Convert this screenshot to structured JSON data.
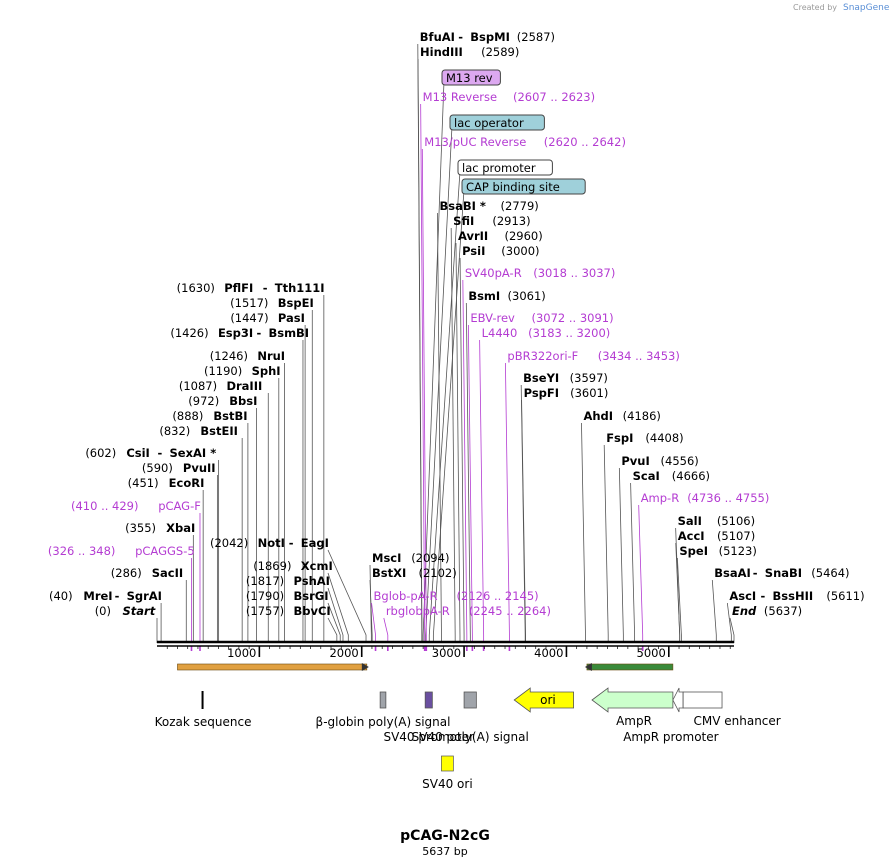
{
  "credit": {
    "prefix": "Created by",
    "brand": "SnapGene"
  },
  "plasmid": {
    "name": "pCAG-N2cG",
    "length": "5637 bp"
  },
  "axis": {
    "total_bp": 5637,
    "ticks": [
      {
        "bp": 1000,
        "label": "1000"
      },
      {
        "bp": 2000,
        "label": "2000"
      },
      {
        "bp": 3000,
        "label": "3000"
      },
      {
        "bp": 4000,
        "label": "4000"
      },
      {
        "bp": 5000,
        "label": "5000"
      }
    ]
  },
  "colors": {
    "enzyme_line": "#555555",
    "primer": "#b43cd2",
    "backbone": "#000000"
  },
  "sites": [
    {
      "kind": "enzyme",
      "left": true,
      "pos": "(0)",
      "a": "Start",
      "italic": true,
      "bp": 0
    },
    {
      "kind": "enzyme",
      "left": true,
      "pos": "(40)",
      "a": "MreI",
      "b": "SgrAI",
      "bp": 40
    },
    {
      "kind": "enzyme",
      "left": true,
      "pos": "(286)",
      "a": "SacII",
      "bp": 286
    },
    {
      "kind": "primer",
      "left": true,
      "pos": "(326 .. 348)",
      "a": "pCAGGS-5",
      "bp": 337
    },
    {
      "kind": "enzyme",
      "left": true,
      "pos": "(355)",
      "a": "XbaI",
      "bp": 355
    },
    {
      "kind": "primer",
      "left": true,
      "pos": "(410 .. 429)",
      "a": "pCAG-F",
      "bp": 420
    },
    {
      "kind": "enzyme",
      "left": true,
      "pos": "(451)",
      "a": "EcoRI",
      "bp": 451
    },
    {
      "kind": "enzyme",
      "left": true,
      "pos": "(590)",
      "a": "PvuII",
      "bp": 590
    },
    {
      "kind": "enzyme",
      "left": true,
      "pos": "(602)",
      "a": "CsiI",
      "b": "SexAI *",
      "bp": 602
    },
    {
      "kind": "enzyme",
      "left": true,
      "pos": "(832)",
      "a": "BstEII",
      "bp": 832
    },
    {
      "kind": "enzyme",
      "left": true,
      "pos": "(888)",
      "a": "BstBI",
      "bp": 888
    },
    {
      "kind": "enzyme",
      "left": true,
      "pos": "(972)",
      "a": "BbsI",
      "bp": 972
    },
    {
      "kind": "enzyme",
      "left": true,
      "pos": "(1087)",
      "a": "DraIII",
      "bp": 1087
    },
    {
      "kind": "enzyme",
      "left": true,
      "pos": "(1190)",
      "a": "SphI",
      "bp": 1190
    },
    {
      "kind": "enzyme",
      "left": true,
      "pos": "(1246)",
      "a": "NruI",
      "bp": 1246
    },
    {
      "kind": "enzyme",
      "left": true,
      "pos": "(1426)",
      "a": "Esp3I",
      "b": "BsmBI",
      "bp": 1426
    },
    {
      "kind": "enzyme",
      "left": true,
      "pos": "(1447)",
      "a": "PasI",
      "bp": 1447
    },
    {
      "kind": "enzyme",
      "left": true,
      "pos": "(1517)",
      "a": "BspEI",
      "bp": 1517
    },
    {
      "kind": "enzyme",
      "left": true,
      "pos": "(1630)",
      "a": "PflFI",
      "b": "Tth111I",
      "bp": 1630
    },
    {
      "kind": "enzyme",
      "left": true,
      "pos": "(1757)",
      "a": "BbvCI",
      "bp": 1757
    },
    {
      "kind": "enzyme",
      "left": true,
      "pos": "(1790)",
      "a": "BsrGI",
      "bp": 1790
    },
    {
      "kind": "enzyme",
      "left": true,
      "pos": "(1817)",
      "a": "PshAI",
      "bp": 1817
    },
    {
      "kind": "enzyme",
      "left": true,
      "pos": "(1869)",
      "a": "XcmI",
      "bp": 1869
    },
    {
      "kind": "enzyme",
      "left": true,
      "pos": "(2042)",
      "a": "NotI",
      "b": "EagI",
      "bp": 2042
    },
    {
      "kind": "enzyme",
      "left": false,
      "pos": "(2094)",
      "a": "MscI",
      "bp": 2094
    },
    {
      "kind": "enzyme",
      "left": false,
      "pos": "(2102)",
      "a": "BstXI",
      "bp": 2102
    },
    {
      "kind": "primer",
      "left": false,
      "pos": "(2126 .. 2145)",
      "a": "Bglob-pA-R",
      "bp": 2135
    },
    {
      "kind": "primer",
      "left": false,
      "pos": "(2245 .. 2264)",
      "a": "rbglobpA-R",
      "bp": 2255
    },
    {
      "kind": "enzyme",
      "left": false,
      "pos": "(2587)",
      "a": "BfuAI",
      "b": "BspMI",
      "bp": 2587
    },
    {
      "kind": "enzyme",
      "left": false,
      "pos": "(2589)",
      "a": "HindIII",
      "bp": 2589
    },
    {
      "kind": "box",
      "a": "M13 rev",
      "fill": "#dca8f0",
      "bp": 2600
    },
    {
      "kind": "primer",
      "left": false,
      "pos": "(2607 .. 2623)",
      "a": "M13 Reverse",
      "bp": 2615
    },
    {
      "kind": "box",
      "a": "lac operator",
      "fill": "#9fd0da",
      "bp": 2625
    },
    {
      "kind": "primer",
      "left": false,
      "pos": "(2620 .. 2642)",
      "a": "M13/pUC Reverse",
      "bp": 2631
    },
    {
      "kind": "box",
      "a": "lac promoter",
      "fill": "#ffffff",
      "bp": 2660
    },
    {
      "kind": "box",
      "a": "CAP binding site",
      "fill": "#9fd0da",
      "bp": 2700
    },
    {
      "kind": "enzyme",
      "left": false,
      "pos": "(2779)",
      "a": "BsaBI *",
      "bp": 2779
    },
    {
      "kind": "enzyme",
      "left": false,
      "pos": "(2913)",
      "a": "SfiI",
      "bp": 2913
    },
    {
      "kind": "enzyme",
      "left": false,
      "pos": "(2960)",
      "a": "AvrII",
      "bp": 2960
    },
    {
      "kind": "enzyme",
      "left": false,
      "pos": "(3000)",
      "a": "PsiI",
      "bp": 3000
    },
    {
      "kind": "primer",
      "left": false,
      "pos": "(3018 .. 3037)",
      "a": "SV40pA-R",
      "bp": 3027
    },
    {
      "kind": "enzyme",
      "left": false,
      "pos": "(3061)",
      "a": "BsmI",
      "bp": 3061
    },
    {
      "kind": "primer",
      "left": false,
      "pos": "(3072 .. 3091)",
      "a": "EBV-rev",
      "bp": 3081
    },
    {
      "kind": "primer",
      "left": false,
      "pos": "(3183 .. 3200)",
      "a": "L4440",
      "bp": 3191
    },
    {
      "kind": "primer",
      "left": false,
      "pos": "(3434 .. 3453)",
      "a": "pBR322ori-F",
      "bp": 3443
    },
    {
      "kind": "enzyme",
      "left": false,
      "pos": "(3597)",
      "a": "BseYI",
      "bp": 3597
    },
    {
      "kind": "enzyme",
      "left": false,
      "pos": "(3601)",
      "a": "PspFI",
      "bp": 3601
    },
    {
      "kind": "enzyme",
      "left": false,
      "pos": "(4186)",
      "a": "AhdI",
      "bp": 4186
    },
    {
      "kind": "enzyme",
      "left": false,
      "pos": "(4408)",
      "a": "FspI",
      "bp": 4408
    },
    {
      "kind": "enzyme",
      "left": false,
      "pos": "(4556)",
      "a": "PvuI",
      "bp": 4556
    },
    {
      "kind": "enzyme",
      "left": false,
      "pos": "(4666)",
      "a": "ScaI",
      "bp": 4666
    },
    {
      "kind": "primer",
      "left": false,
      "pos": "(4736 .. 4755)",
      "a": "Amp-R",
      "bp": 4745
    },
    {
      "kind": "enzyme",
      "left": false,
      "pos": "(5106)",
      "a": "SalI",
      "bp": 5106
    },
    {
      "kind": "enzyme",
      "left": false,
      "pos": "(5107)",
      "a": "AccI",
      "bp": 5107
    },
    {
      "kind": "enzyme",
      "left": false,
      "pos": "(5123)",
      "a": "SpeI",
      "bp": 5123
    },
    {
      "kind": "enzyme",
      "left": false,
      "pos": "(5464)",
      "a": "BsaAI",
      "b": "SnaBI",
      "bp": 5464
    },
    {
      "kind": "enzyme",
      "left": false,
      "pos": "(5611)",
      "a": "AscI",
      "b": "BssHII",
      "bp": 5611
    },
    {
      "kind": "enzyme",
      "left": false,
      "pos": "(5637)",
      "a": "End",
      "italic": true,
      "bp": 5637
    }
  ],
  "features": [
    {
      "label": "Kozak sequence",
      "start": 445,
      "end": 455,
      "shape": "tick",
      "fill": "#000000"
    },
    {
      "label": "β-globin poly(A) signal",
      "start": 2180,
      "end": 2236,
      "shape": "rect",
      "fill": "#a0a4aa"
    },
    {
      "label": "SV40 promoter",
      "start": 2620,
      "end": 2690,
      "shape": "rect",
      "fill": "#6a4fa0"
    },
    {
      "label": "SV40 ori",
      "start": 2720,
      "end": 2870,
      "shape": "rect",
      "fill": "#ffff00"
    },
    {
      "label": "SV40 poly(A) signal",
      "start": 3000,
      "end": 3120,
      "shape": "rect",
      "fill": "#a0a4aa"
    },
    {
      "label": "ori",
      "start": 3490,
      "end": 4070,
      "shape": "arrow-left",
      "fill": "#ffff00"
    },
    {
      "label": "AmpR",
      "start": 4250,
      "end": 5040,
      "shape": "arrow-left",
      "fill": "#ccffcc"
    },
    {
      "label": "AmpR promoter",
      "start": 5040,
      "end": 5140,
      "shape": "arrow-left",
      "fill": "#ffffff"
    },
    {
      "label": "CMV enhancer",
      "start": 5140,
      "end": 5520,
      "shape": "rect",
      "fill": "#ffffff"
    }
  ],
  "orfs": [
    {
      "start": 200,
      "end": 2050,
      "dir": "right",
      "color": "#e0a040"
    },
    {
      "start": 4200,
      "end": 5040,
      "dir": "left",
      "color": "#3a8a3a"
    }
  ]
}
